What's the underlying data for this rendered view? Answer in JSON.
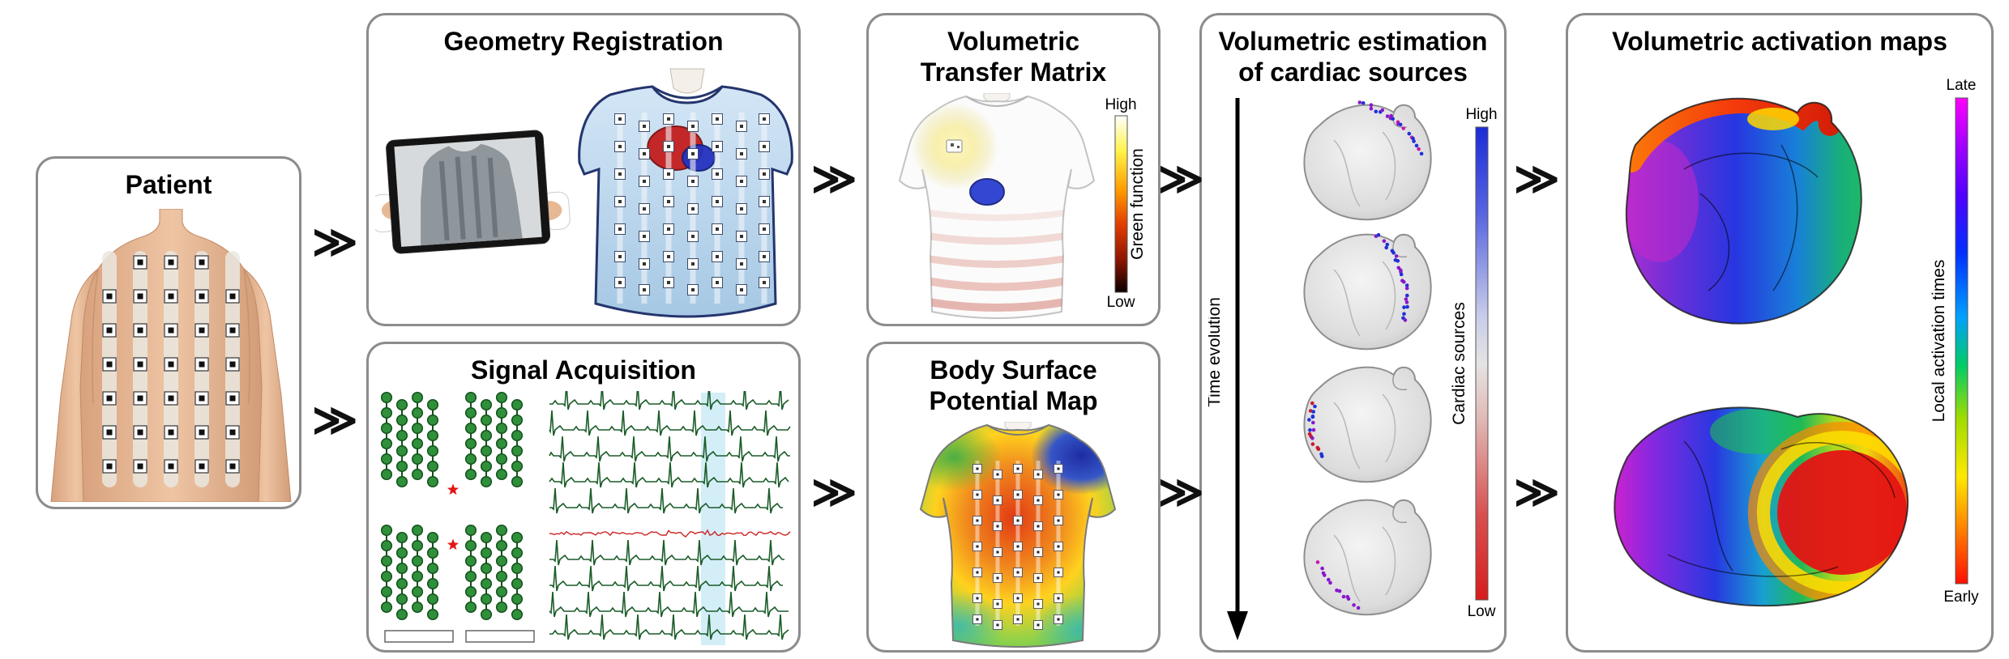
{
  "arrow_glyph": "≫",
  "panels": {
    "patient": {
      "title": "Patient"
    },
    "geometry": {
      "title": "Geometry Registration"
    },
    "signal": {
      "title": "Signal Acquisition"
    },
    "transfer": {
      "title_lines": [
        "Volumetric",
        "Transfer Matrix"
      ],
      "colorbar": {
        "top": "High",
        "bottom": "Low",
        "label": "Green function"
      }
    },
    "bspm": {
      "title_lines": [
        "Body Surface",
        "Potential Map"
      ]
    },
    "estimation": {
      "title_lines": [
        "Volumetric estimation",
        "of cardiac sources"
      ],
      "time_axis_label": "Time evolution",
      "colorbar": {
        "top": "High",
        "bottom": "Low",
        "label": "Cardiac sources"
      }
    },
    "activation": {
      "title": "Volumetric activation maps",
      "colorbar": {
        "top": "Late",
        "bottom": "Early",
        "label": "Local activation times"
      }
    }
  },
  "colors": {
    "ecg_trace": "#1a5c28",
    "ecg_artifact_trace": "#cc2424",
    "ecg_highlight_band": "#b8e2f2",
    "electrode_node": "#2f8f3a",
    "electrode_outline": "#14501c",
    "panel_border": "#8c8c8c",
    "cardiac_source_high": "#1c2cd8",
    "cardiac_source_low": "#d81c1c",
    "activation_late": "#ff00ff",
    "activation_early": "#ff0e00"
  }
}
